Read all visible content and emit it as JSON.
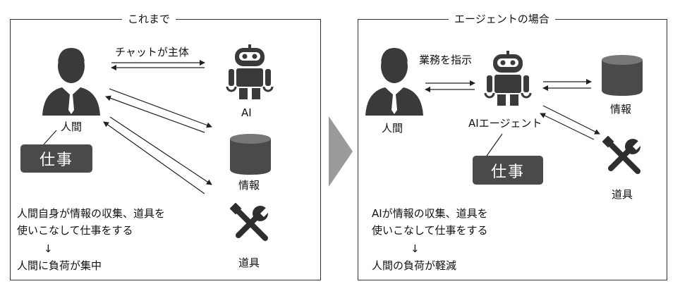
{
  "left_panel": {
    "title": "これまで",
    "chat_label": "チャットが主体",
    "human_label": "人間",
    "job_label": "仕事",
    "ai_label": "AI",
    "info_label": "情報",
    "tools_label": "道具",
    "desc_line1": "人間自身が情報の収集、道具を",
    "desc_line2": "使いこなして仕事をする",
    "arrow_symbol": "↓",
    "result": "人間に負荷が集中"
  },
  "right_panel": {
    "title": "エージェントの場合",
    "instruct_label": "業務を指示",
    "human_label": "人間",
    "agent_label": "AIエージェント",
    "job_label": "仕事",
    "info_label": "情報",
    "tools_label": "道具",
    "desc_line1": "AIが情報の収集、道具を",
    "desc_line2": "使いこなして仕事をする",
    "arrow_symbol": "↓",
    "result": "人間の負荷が軽減"
  },
  "colors": {
    "icon_dark": "#3a3a3a",
    "job_box": "#4a4a4a",
    "chevron": "#9a9a9a"
  }
}
